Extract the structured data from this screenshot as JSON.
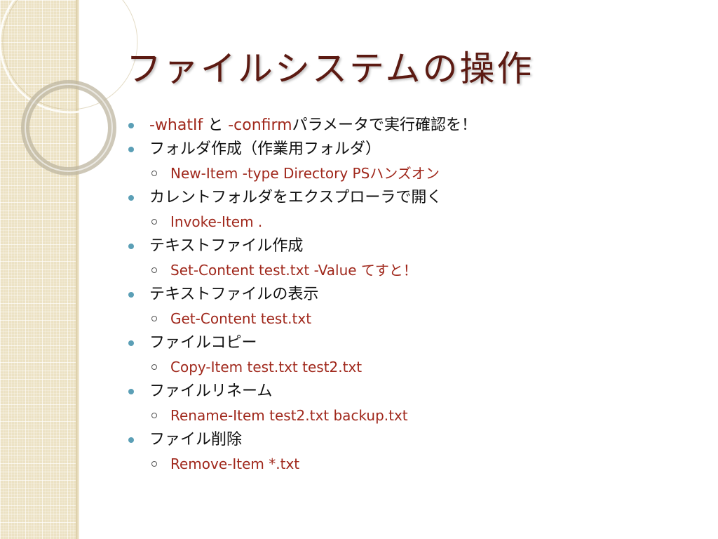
{
  "title": "ファイルシステムの操作",
  "item1": {
    "part1": "-whatIf",
    "part2": " と ",
    "part3": "-confirm",
    "part4": "パラメータで実行確認を！"
  },
  "item2": {
    "label": "フォルダ作成（作業用フォルダ）",
    "sub": "New-Item -type Directory PSハンズオン"
  },
  "item3": {
    "label": "カレントフォルダをエクスプローラで開く",
    "sub": "Invoke-Item ."
  },
  "item4": {
    "label": "テキストファイル作成",
    "sub": "Set-Content test.txt -Value てすと！"
  },
  "item5": {
    "label": "テキストファイルの表示",
    "sub": "Get-Content test.txt"
  },
  "item6": {
    "label": "ファイルコピー",
    "sub": "Copy-Item test.txt test2.txt"
  },
  "item7": {
    "label": "ファイルリネーム",
    "sub": "Rename-Item test2.txt backup.txt"
  },
  "item8": {
    "label": "ファイル削除",
    "sub": "Remove-Item *.txt"
  }
}
